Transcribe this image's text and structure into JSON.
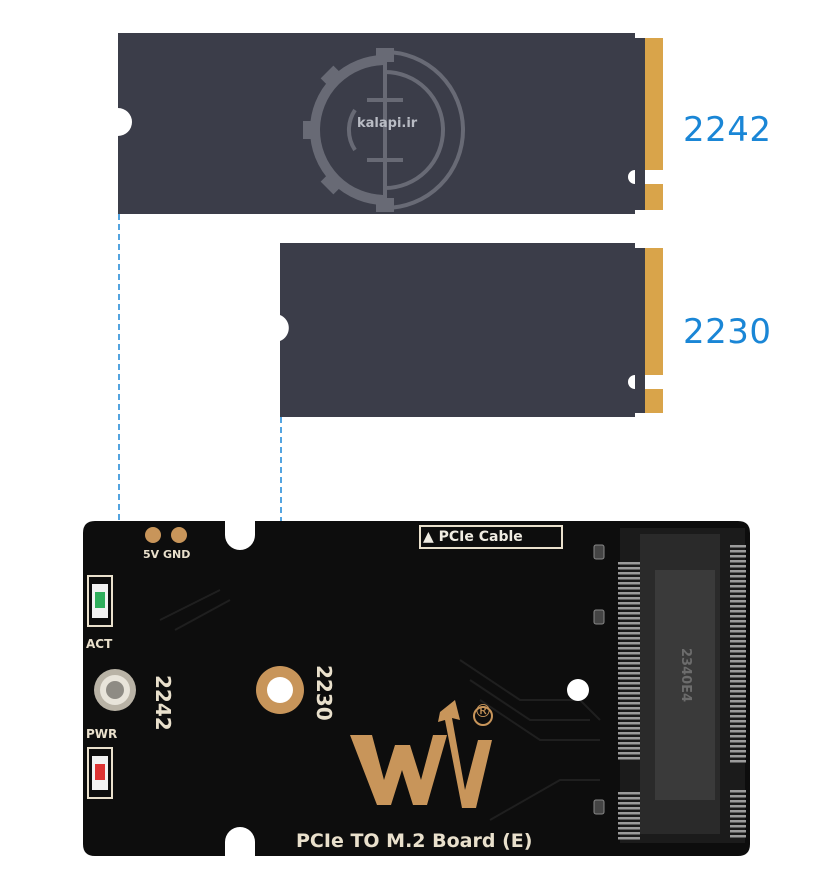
{
  "ssd_large": {
    "size_label": "2242",
    "watermark_text": "kalapi.ir"
  },
  "ssd_small": {
    "size_label": "2230"
  },
  "board": {
    "title": "PCIe TO M.2 Board (E)",
    "cable_label": "▲ PCIe Cable",
    "power_pins_label": "5V GND",
    "act_label": "ACT",
    "pwr_label": "PWR",
    "hole_2242_label": "2242",
    "hole_2230_label": "2230",
    "registered_mark": "®",
    "connector_marking": "2340E4"
  },
  "colors": {
    "ssd_body": "#3b3d49",
    "gold_contacts": "#d9a44a",
    "label_blue": "#1a86d6",
    "pcb_black": "#0d0d0d",
    "silkscreen": "#e9e0cc",
    "copper": "#c8955a"
  }
}
